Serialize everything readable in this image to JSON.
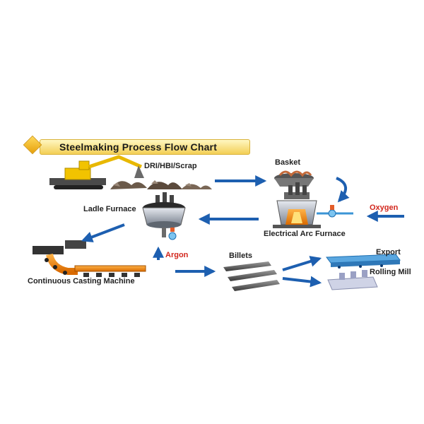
{
  "title": "Steelmaking Process Flow Chart",
  "nodes": {
    "dri": "DRI/HBI/Scrap",
    "basket": "Basket",
    "ladle": "Ladle Furnace",
    "oxygen": "Oxygen",
    "eaf": "Electrical Arc Furnace",
    "argon": "Argon",
    "billets": "Billets",
    "export": "Export",
    "rolling": "Rolling Mill",
    "ccm": "Continuous Casting Machine"
  },
  "colors": {
    "arrow": "#1d5fb0",
    "inputs_text": "#d2261c",
    "banner": "#f3cf55"
  }
}
